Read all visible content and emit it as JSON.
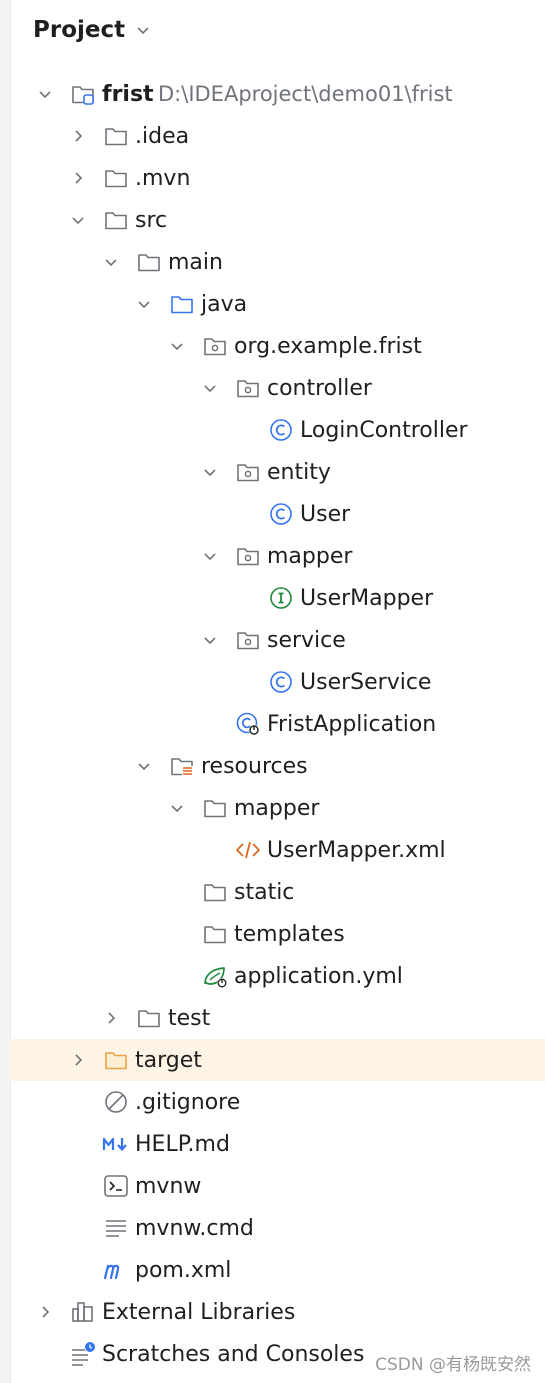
{
  "header": {
    "title": "Project"
  },
  "tree": {
    "root": {
      "label": "frist",
      "path": "D:\\IDEAproject\\demo01\\frist"
    },
    "idea": ".idea",
    "mvn": ".mvn",
    "src": "src",
    "main": "main",
    "java": "java",
    "pkg": "org.example.frist",
    "controller": "controller",
    "login_controller": "LoginController",
    "entity": "entity",
    "user": "User",
    "mapper": "mapper",
    "user_mapper": "UserMapper",
    "service": "service",
    "user_service": "UserService",
    "frist_application": "FristApplication",
    "resources": "resources",
    "res_mapper": "mapper",
    "user_mapper_xml": "UserMapper.xml",
    "static": "static",
    "templates": "templates",
    "application_yml": "application.yml",
    "test": "test",
    "target": "target",
    "gitignore": ".gitignore",
    "help_md": "HELP.md",
    "mvnw": "mvnw",
    "mvnw_cmd": "mvnw.cmd",
    "pom_xml": "pom.xml",
    "external_libraries": "External Libraries",
    "scratches": "Scratches and Consoles"
  },
  "watermark": "CSDN @有杨既安然",
  "colors": {
    "selected_row": "#fdf4e5",
    "class_icon": "#3574f0",
    "interface_icon": "#208a3c",
    "xml_icon": "#e0671f",
    "target_folder": "#e9a245",
    "gutter": "#f2f3f5"
  }
}
